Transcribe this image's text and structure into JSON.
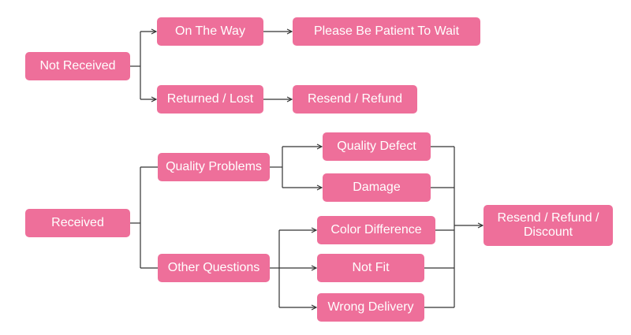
{
  "diagram": {
    "nodes": {
      "not_received": "Not Received",
      "on_the_way": "On The Way",
      "please_wait": "Please Be Patient To Wait",
      "returned_lost": "Returned / Lost",
      "resend_refund": "Resend / Refund",
      "received": "Received",
      "quality_problems": "Quality Problems",
      "quality_defect": "Quality Defect",
      "damage": "Damage",
      "other_questions": "Other Questions",
      "color_difference": "Color Difference",
      "not_fit": "Not Fit",
      "wrong_delivery": "Wrong Delivery",
      "resend_refund_discount_line1": "Resend / Refund /",
      "resend_refund_discount_line2": "Discount"
    },
    "colors": {
      "node_fill": "#ee6f9a",
      "node_text": "#ffffff",
      "connector": "#333333"
    }
  }
}
